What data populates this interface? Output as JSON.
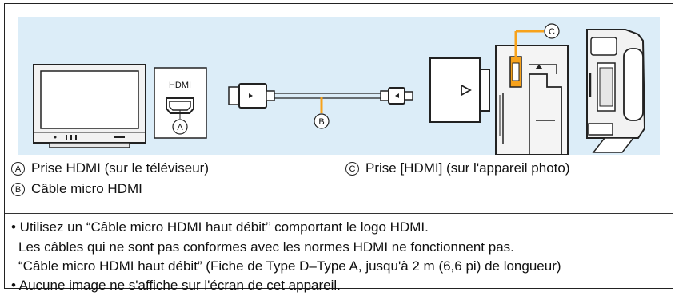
{
  "diagram": {
    "hdmi_port_label": "HDMI",
    "callout_a": "A",
    "callout_b": "B",
    "callout_c": "C",
    "colors": {
      "background": "#dcedf8",
      "highlight": "#f7a21b",
      "frame": "#222222"
    }
  },
  "legend": {
    "a": {
      "mark": "A",
      "text": "Prise HDMI (sur le téléviseur)"
    },
    "c": {
      "mark": "C",
      "text": "Prise [HDMI] (sur l'appareil photo)"
    },
    "b": {
      "mark": "B",
      "text": "Câble micro HDMI"
    }
  },
  "notes": {
    "line1": "• Utilisez un “Câble micro HDMI haut débit’’ comportant le logo HDMI.",
    "line2": "Les câbles qui ne sont pas conformes avec les normes HDMI ne fonctionnent pas.",
    "line3": "“Câble micro HDMI haut débit” (Fiche de Type D–Type A, jusqu'à 2 m (6,6 pi) de longueur)",
    "line4": "• Aucune image ne s'affiche sur l'écran de cet appareil."
  }
}
